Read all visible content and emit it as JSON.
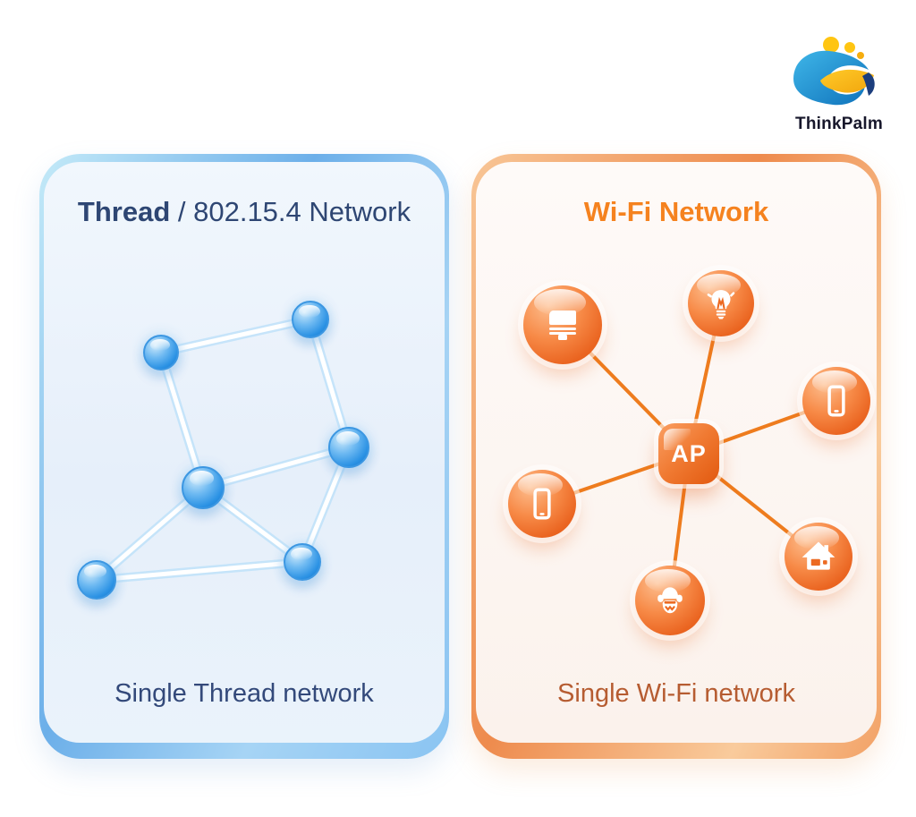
{
  "brand": {
    "name": "ThinkPalm"
  },
  "panels": {
    "thread": {
      "title_primary": "Thread",
      "title_secondary": " / 802.15.4 Network",
      "caption": "Single Thread network",
      "title_color": "#2e4673",
      "caption_color": "#33497a",
      "node_color": "#2b92e4",
      "link_color": "#ffffff",
      "node_count": 6
    },
    "wifi": {
      "title": "Wi-Fi Network",
      "caption": "Single Wi-Fi network",
      "ap_label": "AP",
      "title_color": "#f5821f",
      "caption_color": "#b65c31",
      "node_color": "#ea6420",
      "link_color": "#ee7c1e",
      "devices": [
        "tv-icon",
        "lightbulb-icon",
        "smartphone-icon",
        "smartphone-icon",
        "person-icon",
        "house-icon"
      ]
    }
  }
}
